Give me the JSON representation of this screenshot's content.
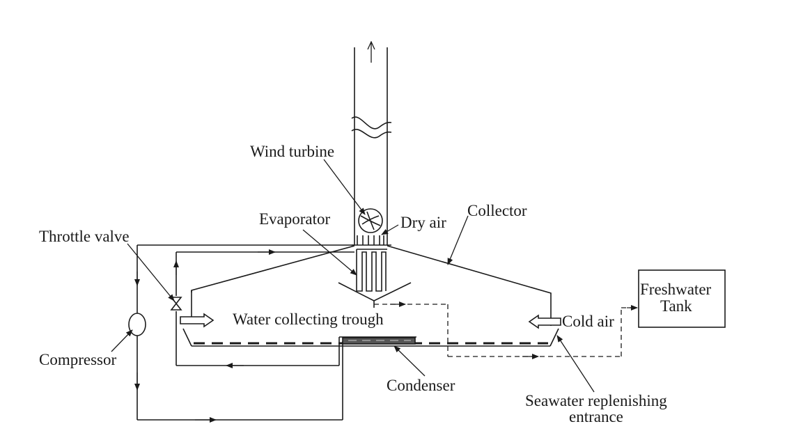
{
  "labels": {
    "wind_turbine": "Wind turbine",
    "evaporator": "Evaporator",
    "dry_air": "Dry air",
    "collector": "Collector",
    "throttle_valve": "Throttle valve",
    "freshwater_tank_line1": "Freshwater",
    "freshwater_tank_line2": "Tank",
    "water_collecting_trough": "Water collecting trough",
    "cold_air": "Cold air",
    "compressor": "Compressor",
    "condenser": "Condenser",
    "seawater_line1": "Seawater replenishing",
    "seawater_line2": "entrance"
  },
  "colors": {
    "line": "#1a1a1a",
    "condenser_fill": "#555555",
    "background": "#ffffff"
  }
}
